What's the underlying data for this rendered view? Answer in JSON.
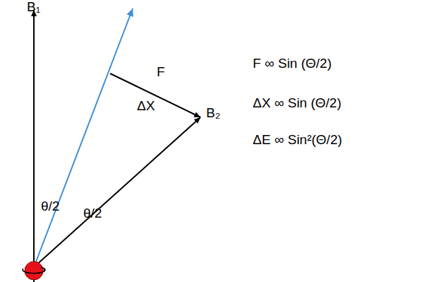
{
  "diagram": {
    "labels": [
      "B₁",
      "F",
      "ΔX",
      "B₂",
      "θ/2",
      "θ/2",
      "F ∞ Sin (Θ/2)",
      "ΔX ∞ Sin (Θ/2)",
      "ΔE ∞ Sin²(Θ/2)"
    ]
  }
}
